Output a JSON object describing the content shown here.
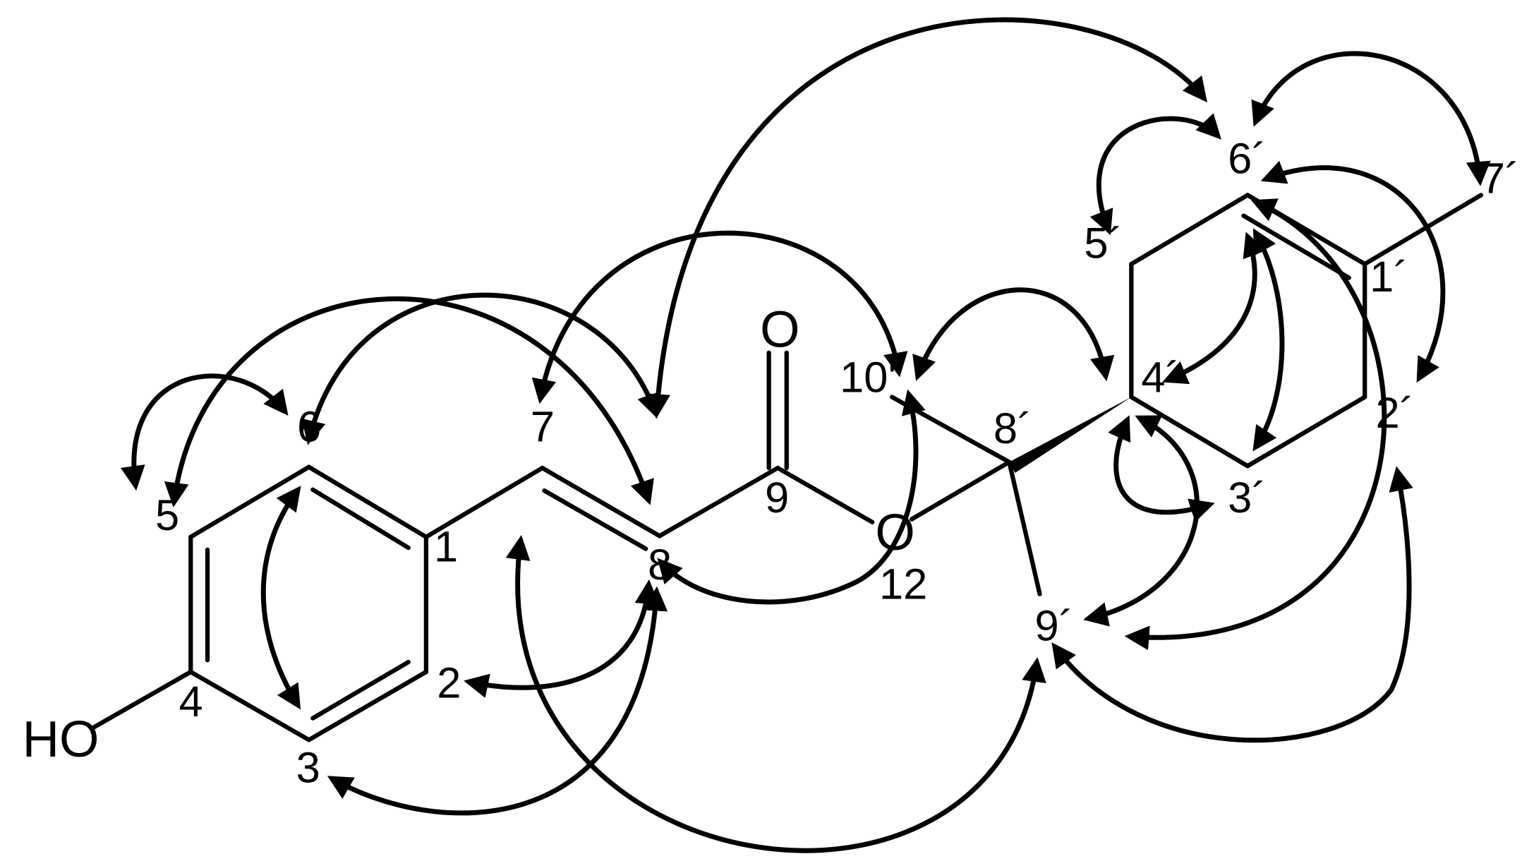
{
  "figure": {
    "atom_labels": {
      "hydroxyl": "HO",
      "carbonyl_oxygen": "O",
      "ester_oxygen": "O"
    },
    "position_labels": {
      "c1": "1",
      "c2": "2",
      "c3": "3",
      "c4": "4",
      "c5": "5",
      "c6": "6",
      "c7": "7",
      "c8": "8",
      "c9": "9",
      "o12": "12",
      "c10p": "10'",
      "c8p": "8´",
      "c9p": "9´",
      "c1p": "1´",
      "c2p": "2´",
      "c3p": "3´",
      "c4p": "4´",
      "c5p": "5´",
      "c6p": "6´",
      "c7p": "7´"
    }
  }
}
